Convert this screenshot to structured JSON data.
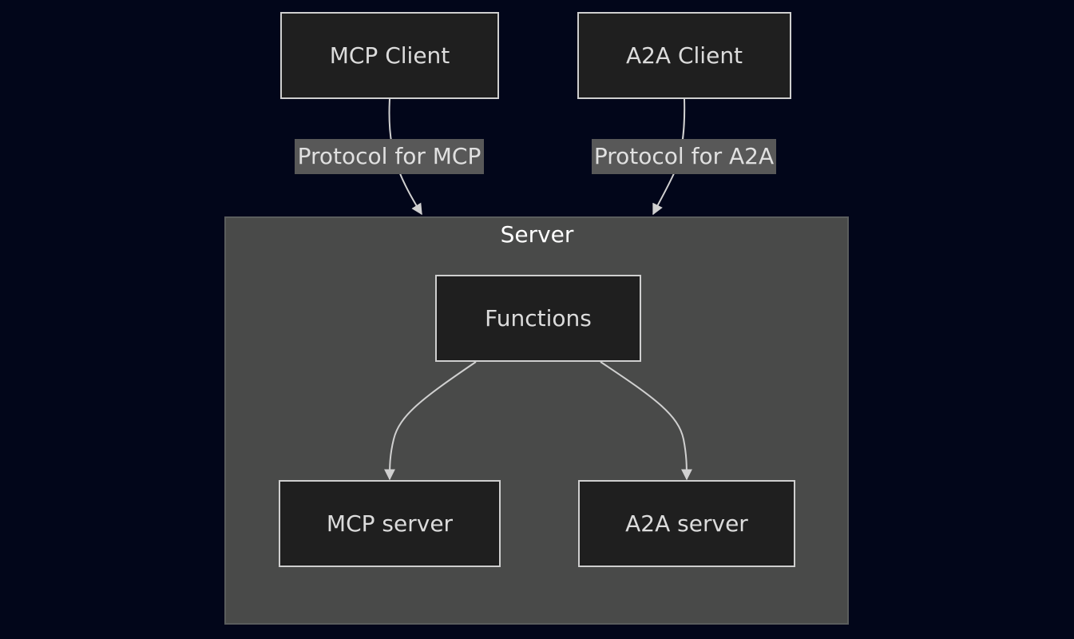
{
  "nodes": {
    "mcp_client": "MCP Client",
    "a2a_client": "A2A Client",
    "functions": "Functions",
    "mcp_server": "MCP server",
    "a2a_server": "A2A server"
  },
  "cluster": {
    "title": "Server"
  },
  "edges": {
    "mcp_protocol": "Protocol for MCP",
    "a2a_protocol": "Protocol for A2A"
  },
  "colors": {
    "background": "#02061a",
    "cluster_fill": "#494a49",
    "node_fill": "#1f1f1f",
    "node_border": "#cfcfcf",
    "edge": "#d0d0d0",
    "label_fill": "#585858"
  }
}
